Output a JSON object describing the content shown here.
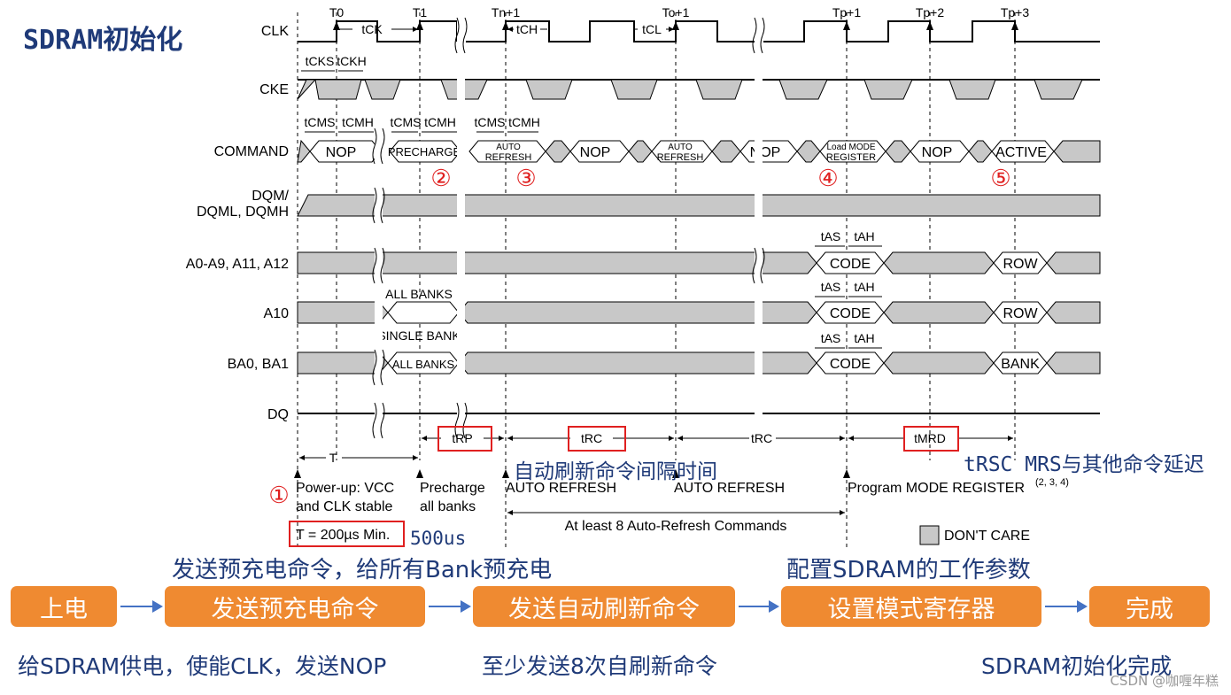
{
  "title": "SDRAM初始化",
  "signals": {
    "clk": "CLK",
    "cke": "CKE",
    "command": "COMMAND",
    "dqm_1": "DQM/",
    "dqm_2": "DQML, DQMH",
    "addr": "A0-A9, A11, A12",
    "a10": "A10",
    "ba": "BA0, BA1",
    "dq": "DQ"
  },
  "clock_marks": [
    "T0",
    "T1",
    "Tn+1",
    "To+1",
    "Tp+1",
    "Tp+2",
    "Tp+3"
  ],
  "timing": {
    "tck": "tCK",
    "tch": "tCH",
    "tcl": "tCL",
    "tcks": "tCKS",
    "tckh": "tCKH",
    "tcms": "tCMS",
    "tcmh": "tCMH",
    "tas": "tAS",
    "tah": "tAH",
    "trp": "tRP",
    "trc": "tRC",
    "tmrd": "tMRD",
    "t": "T"
  },
  "commands": {
    "nop": "NOP",
    "precharge": "PRECHARGE",
    "auto": "AUTO",
    "refresh": "REFRESH",
    "load_mode": "Load MODE",
    "register": "REGISTER",
    "active": "ACTIVE"
  },
  "bus_values": {
    "code": "CODE",
    "row": "ROW",
    "bank": "BANK",
    "all_banks_title": "ALL BANKS",
    "single_bank": "SINGLE BANK",
    "all_banks": "ALL BANKS"
  },
  "phase_labels": {
    "powerup_1": "Power-up: VCC",
    "powerup_2": "and CLK stable",
    "precharge_1": "Precharge",
    "precharge_2": "all banks",
    "auto_refresh_1": "AUTO REFRESH",
    "auto_refresh_2": "AUTO REFRESH",
    "program_mr": "Program MODE REGISTER",
    "program_mr_refs": "(2, 3, 4)",
    "at_least": "At least 8 Auto-Refresh Commands",
    "t_min": "T = 200µs Min.",
    "dont_care": "DON'T CARE"
  },
  "markers": [
    "①",
    "②",
    "③",
    "④",
    "⑤"
  ],
  "notes": {
    "us": "500us",
    "refresh_interval": "自动刷新命令间隔时间",
    "trsc": "tRSC MRS与其他命令延迟"
  },
  "captions": {
    "precharge": "发送预充电命令，给所有Bank预充电",
    "config": "配置SDRAM的工作参数",
    "power_desc": "给SDRAM供电，使能CLK，发送NOP",
    "refresh_desc": "至少发送8次自刷新命令",
    "done_desc": "SDRAM初始化完成"
  },
  "steps": [
    "上电",
    "发送预充电命令",
    "发送自动刷新命令",
    "设置模式寄存器",
    "完成"
  ],
  "watermark": "CSDN @咖喱年糕",
  "colors": {
    "heading": "#1f3a78",
    "step": "#ef8a31",
    "arrow": "#4472c4",
    "marker": "#e02020",
    "dont_care": "#c8c8c8"
  }
}
